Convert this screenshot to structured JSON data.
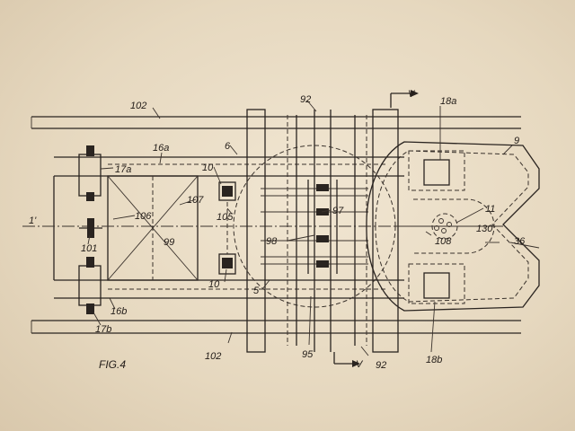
{
  "figure": {
    "caption": "FIG.4",
    "section_marker": "V",
    "labels": {
      "l102_top": "102",
      "l102_bottom": "102",
      "l92_top": "92",
      "l92_bottom": "92",
      "l18a": "18a",
      "l18b": "18b",
      "l9": "9",
      "l16a": "16a",
      "l16b": "16b",
      "l6": "6",
      "l17a": "17a",
      "l17b": "17b",
      "l10_top": "10",
      "l10_bottom": "10",
      "l107": "107",
      "l106": "106",
      "l105": "105",
      "l1p": "1'",
      "l101": "101",
      "l99": "99",
      "l97": "97",
      "l98": "98",
      "l108": "108",
      "l11": "11",
      "l130": "130",
      "l36": "36",
      "l5": "5",
      "l95": "95"
    }
  }
}
